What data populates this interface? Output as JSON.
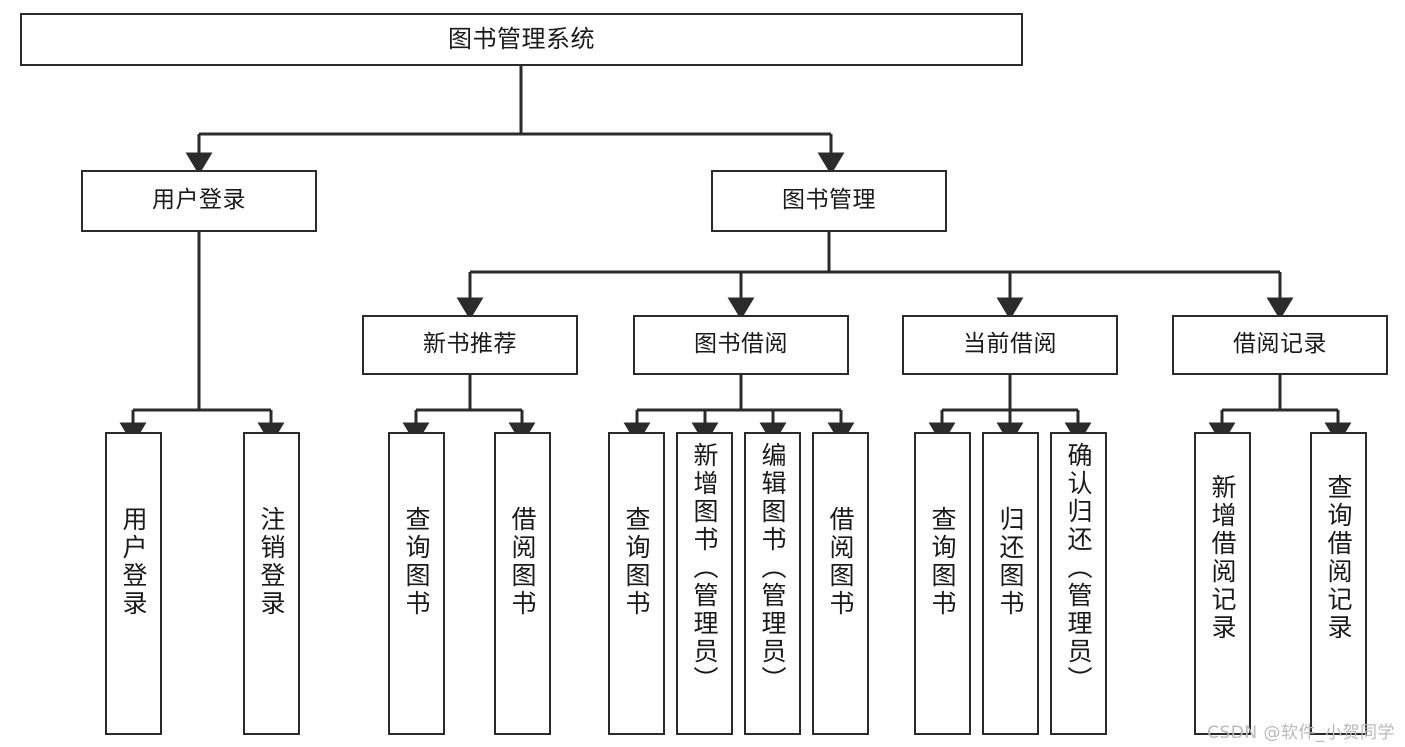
{
  "diagram": {
    "title": "图书管理系统",
    "type": "tree-hierarchy",
    "watermark": "CSDN @软件_小贺同学",
    "colors": {
      "box_border": "#2b2b2b",
      "box_fill": "#ffffff",
      "edge": "#2b2b2b",
      "text": "#1a1a1a",
      "watermark": "#b9b9b9",
      "background": "#ffffff"
    },
    "nodes": {
      "root": {
        "label": "图书管理系统"
      },
      "level1": [
        {
          "id": "user-login",
          "label": "用户登录"
        },
        {
          "id": "book-manage",
          "label": "图书管理"
        }
      ],
      "level2": [
        {
          "id": "new-book-recommend",
          "label": "新书推荐"
        },
        {
          "id": "book-borrow",
          "label": "图书借阅"
        },
        {
          "id": "current-borrow",
          "label": "当前借阅"
        },
        {
          "id": "borrow-record",
          "label": "借阅记录"
        }
      ],
      "leaves": {
        "user-login": [
          {
            "id": "leaf-user-login",
            "label": "用户登录"
          },
          {
            "id": "leaf-user-logout",
            "label": "注销登录"
          }
        ],
        "new-book-recommend": [
          {
            "id": "leaf-query-book-1",
            "label": "查询图书"
          },
          {
            "id": "leaf-borrow-book-1",
            "label": "借阅图书"
          }
        ],
        "book-borrow": [
          {
            "id": "leaf-query-book-2",
            "label": "查询图书"
          },
          {
            "id": "leaf-add-book",
            "label": "新增图书（管理员）"
          },
          {
            "id": "leaf-edit-book",
            "label": "编辑图书（管理员）"
          },
          {
            "id": "leaf-borrow-book-2",
            "label": "借阅图书"
          }
        ],
        "current-borrow": [
          {
            "id": "leaf-query-book-3",
            "label": "查询图书"
          },
          {
            "id": "leaf-return-book",
            "label": "归还图书"
          },
          {
            "id": "leaf-confirm-return",
            "label": "确认归还（管理员）"
          }
        ],
        "borrow-record": [
          {
            "id": "leaf-add-record",
            "label": "新增借阅记录"
          },
          {
            "id": "leaf-query-record",
            "label": "查询借阅记录"
          }
        ]
      }
    }
  }
}
